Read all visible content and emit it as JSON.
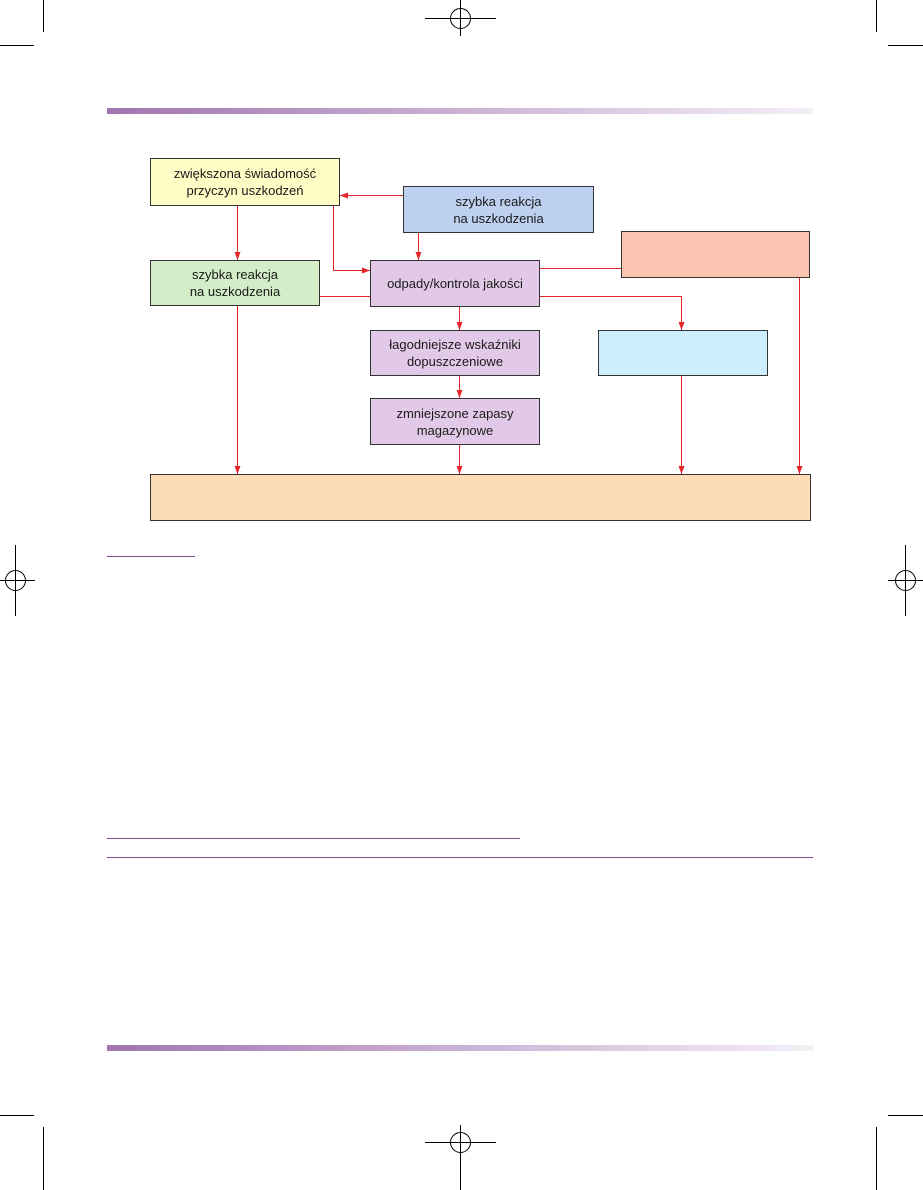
{
  "nodes": {
    "awareness": {
      "line1": "zwiększona świadomość",
      "line2": "przyczyn uszkodzeń",
      "fill": "#fffcc6"
    },
    "reaction_blue": {
      "line1": "szybka reakcja",
      "line2": "na uszkodzenia",
      "fill": "#bdd0ef"
    },
    "salmon_box": {
      "fill": "#fbc4b0"
    },
    "reaction_green": {
      "line1": "szybka reakcja",
      "line2": "na uszkodzenia",
      "fill": "#d2edc7"
    },
    "waste_quality": {
      "line1": "odpady/kontrola jakości",
      "fill": "#e3c9e8"
    },
    "cyan_box": {
      "fill": "#cdeefc"
    },
    "approval": {
      "line1": "łagodniejsze wskaźniki",
      "line2": "dopuszczeniowe",
      "fill": "#e3c9e8"
    },
    "stock": {
      "line1": "zmniejszone zapasy",
      "line2": "magazynowe",
      "fill": "#e3c9e8"
    },
    "outcome_box": {
      "fill": "#fddcb8"
    }
  },
  "colors": {
    "arrow": "#e5252a",
    "border": "#333333",
    "accent": "#a175b1",
    "accent_light": "#f4eef6",
    "rule": "#7e4a93"
  }
}
